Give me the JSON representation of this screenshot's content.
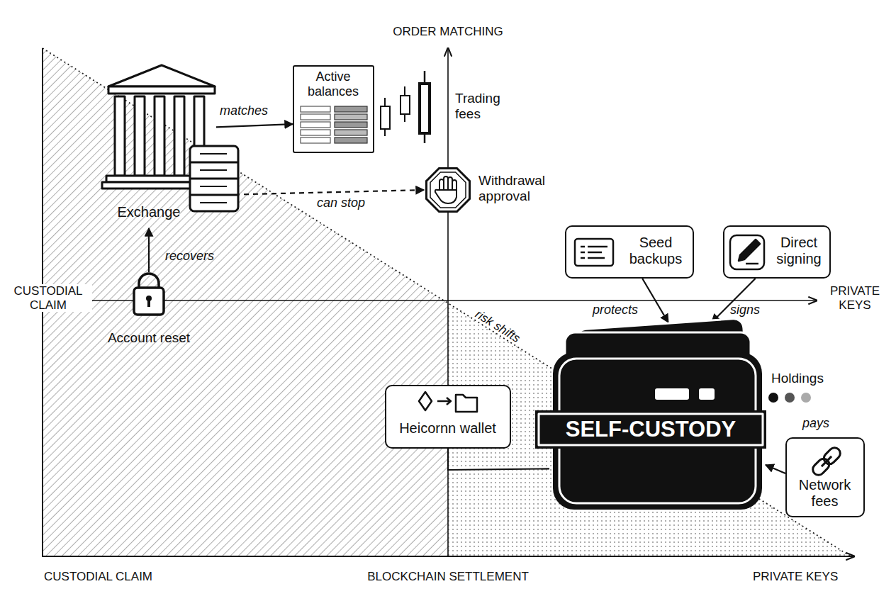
{
  "diagram": {
    "nodes": [
      {
        "text": [
          "Exchange"
        ]
      },
      {
        "text": [
          "Active balances"
        ]
      },
      {
        "text": [
          "Withdrawal approval"
        ]
      },
      {
        "text": [
          "Account reset"
        ]
      },
      {
        "text": [
          "Seed backups"
        ]
      },
      {
        "text": [
          "Direct signing"
        ]
      },
      {
        "text": [
          "Heicornn wallet"
        ]
      },
      {
        "text": [
          "SELF-CUSTODY"
        ]
      },
      {
        "text": [
          "Network fees"
        ]
      }
    ],
    "edges": [
      {
        "from": 0,
        "to": 1,
        "label": "matches",
        "arrow": "to"
      },
      {
        "from": 0,
        "to": 2,
        "label": "can stop",
        "arrow": "to"
      },
      {
        "from": 3,
        "to": 0,
        "label": "recovers",
        "arrow": "to"
      },
      {
        "from": 4,
        "to": 7,
        "label": "protects",
        "arrow": "to"
      },
      {
        "from": 5,
        "to": 7,
        "label": "signs",
        "arrow": "to"
      },
      {
        "from": 6,
        "to": 7,
        "arrow": "none"
      },
      {
        "from": 8,
        "to": 7,
        "label": "pays",
        "arrow": "to"
      }
    ],
    "labels": [
      "ORDER MATCHING",
      "Trading fees",
      "CUSTODIAL CLAIM",
      "PRIVATE KEYS",
      "risk shifts",
      "Holdings",
      "CUSTODIAL CLAIM",
      "BLOCKCHAIN SETTLEMENT",
      "PRIVATE KEYS"
    ]
  }
}
